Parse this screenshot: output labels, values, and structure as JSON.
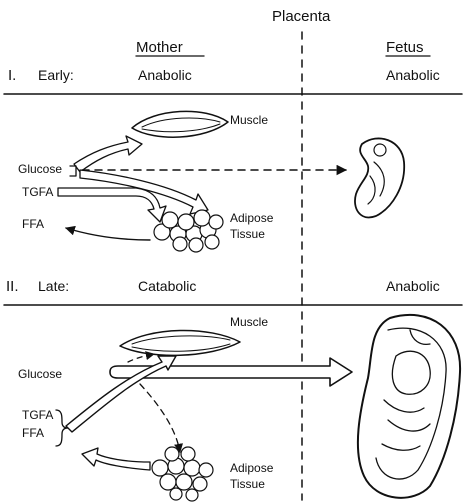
{
  "labels": {
    "placenta": "Placenta",
    "mother": "Mother",
    "fetus": "Fetus",
    "early_numeral": "I.",
    "early": "Early:",
    "early_mother_state": "Anabolic",
    "early_fetus_state": "Anabolic",
    "late_numeral": "II.",
    "late": "Late:",
    "late_mother_state": "Catabolic",
    "late_fetus_state": "Anabolic",
    "muscle_early": "Muscle",
    "glucose_early": "Glucose",
    "tgfa_early": "TGFA",
    "ffa_early": "FFA",
    "adipose_early": "Adipose",
    "tissue_early": "Tissue",
    "muscle_late": "Muscle",
    "glucose_late": "Glucose",
    "tgfa_late": "TGFA",
    "ffa_late": "FFA",
    "adipose_late": "Adipose",
    "tissue_late": "Tissue"
  }
}
